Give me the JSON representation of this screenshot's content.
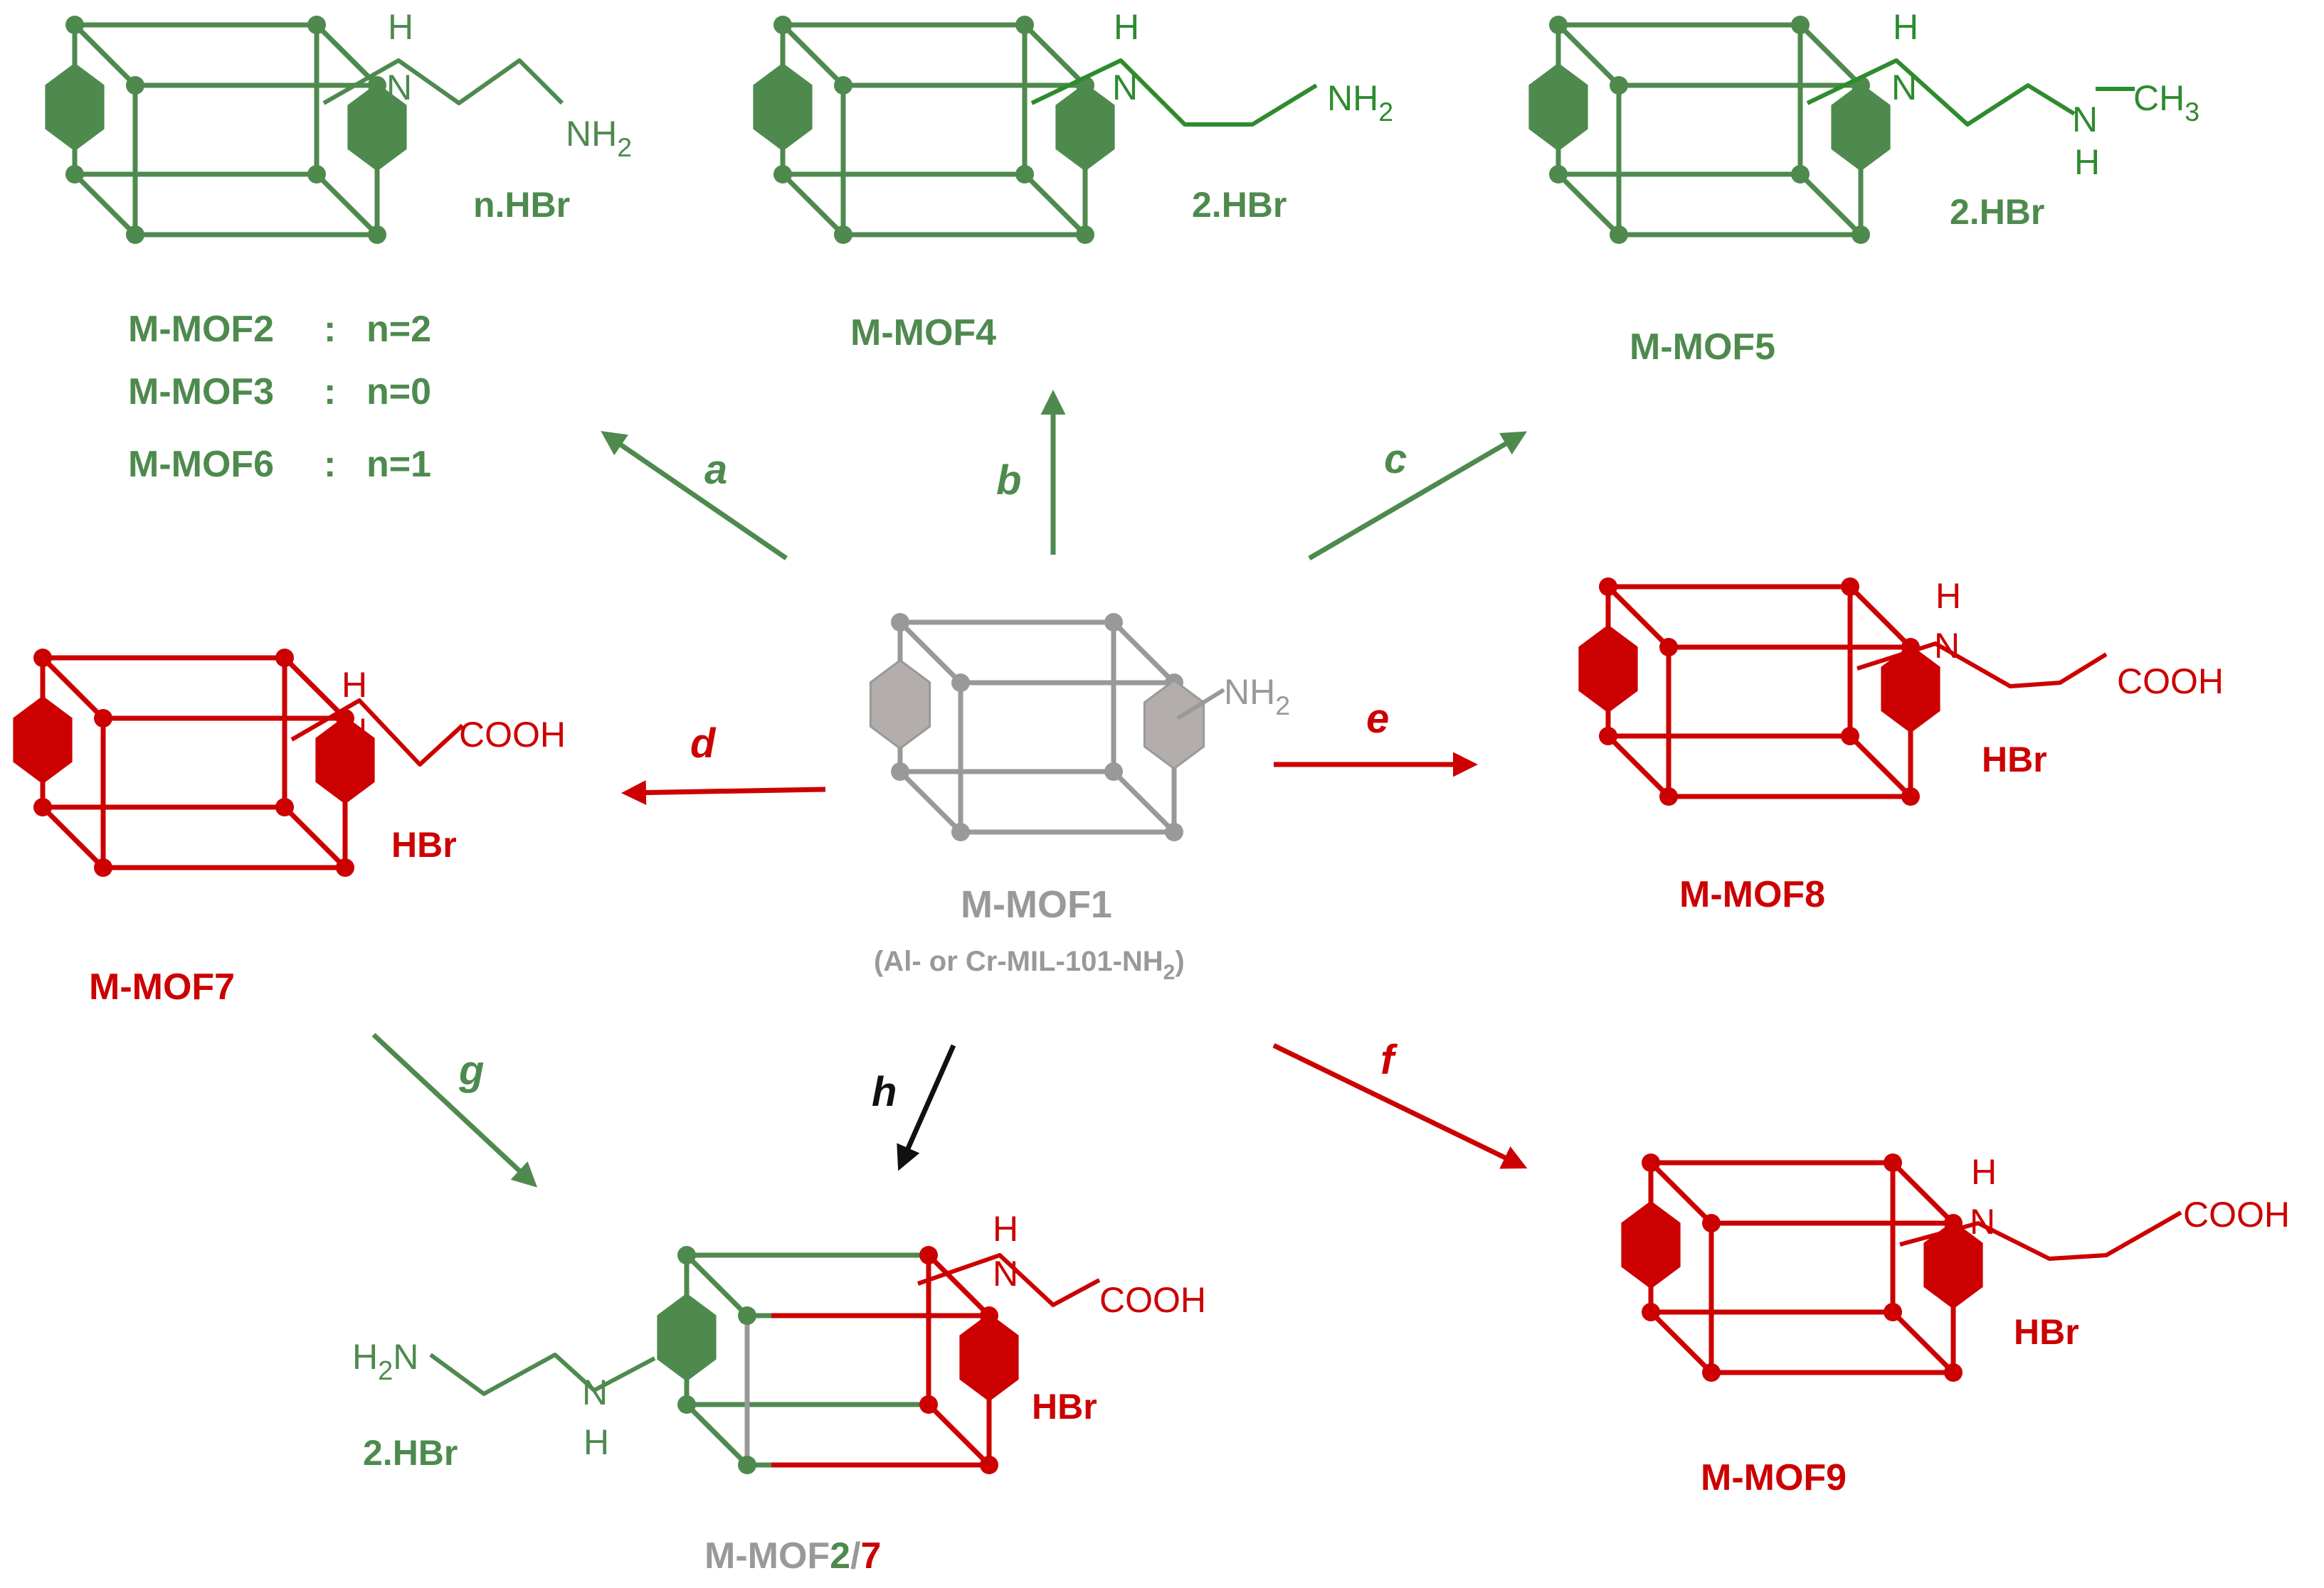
{
  "colors": {
    "green": "#4e8a4e",
    "bright_green": "#2e8b2e",
    "red": "#cc0000",
    "gray": "#999999",
    "gray_fill": "#b3aeab",
    "black": "#111111"
  },
  "icons": [
    "mof-cage-icon",
    "reaction-arrow-icon"
  ],
  "center": {
    "name": "M-MOF1",
    "subtitle_main": "(Al- or Cr-MIL-101-NH",
    "subtitle_sub": "2",
    "subtitle_close": ")",
    "group_main": "NH",
    "group_sub": "2"
  },
  "mof_a": {
    "salt": "n.HBr",
    "names": [
      {
        "name": "M-MOF2",
        "sep": ":",
        "n": "n=2"
      },
      {
        "name": "M-MOF3",
        "sep": ":",
        "n": "n=0"
      },
      {
        "name": "M-MOF6",
        "sep": ":",
        "n": "n=1"
      }
    ],
    "h": "H",
    "n_atom": "N",
    "end_main": "NH",
    "end_sub": "2"
  },
  "mof4": {
    "name": "M-MOF4",
    "salt": "2.HBr",
    "h": "H",
    "n_atom": "N",
    "end_main": "NH",
    "end_sub": "2"
  },
  "mof5": {
    "name": "M-MOF5",
    "salt": "2.HBr",
    "h": "H",
    "n_atom": "N",
    "n2": "N",
    "h2": "H",
    "ch3_main": "CH",
    "ch3_sub": "3"
  },
  "mof7": {
    "name": "M-MOF7",
    "salt": "HBr",
    "h": "H",
    "n_atom": "N",
    "end": "COOH"
  },
  "mof8": {
    "name": "M-MOF8",
    "salt": "HBr",
    "h": "H",
    "n_atom": "N",
    "end": "COOH"
  },
  "mof9": {
    "name": "M-MOF9",
    "salt": "HBr",
    "h": "H",
    "n_atom": "N",
    "end": "COOH"
  },
  "mof27": {
    "name_prefix": "M-MOF",
    "name_green": "2",
    "name_slash": "/",
    "name_red": "7",
    "salt_left": "2.HBr",
    "salt_right": "HBr",
    "left_h2n_main": "H",
    "left_h2n_sub": "2",
    "left_h2n_n": "N",
    "left_n": "N",
    "left_h": "H",
    "right_h": "H",
    "right_n": "N",
    "right_end": "COOH"
  },
  "steps": {
    "a": "a",
    "b": "b",
    "c": "c",
    "d": "d",
    "e": "e",
    "f": "f",
    "g": "g",
    "h": "h"
  }
}
